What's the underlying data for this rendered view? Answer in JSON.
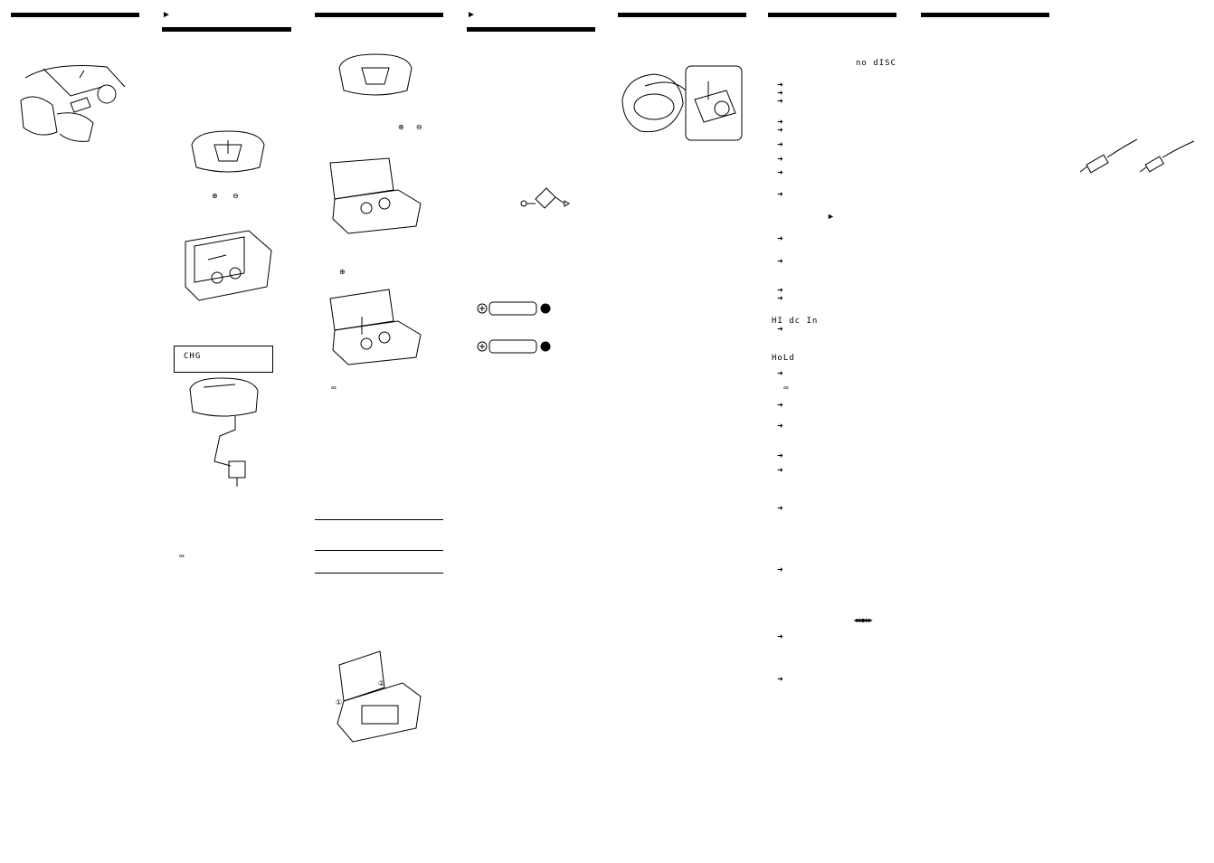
{
  "lcd": {
    "no_disc": "no dISC",
    "hi_dc_in": "HI dc In",
    "hold": "HoLd",
    "chg": "CHG"
  },
  "symbols": {
    "play_mark": "►",
    "skip_marks": "◂◂◂ ▸▸▸",
    "circle_1": "1",
    "circle_2": "2"
  }
}
